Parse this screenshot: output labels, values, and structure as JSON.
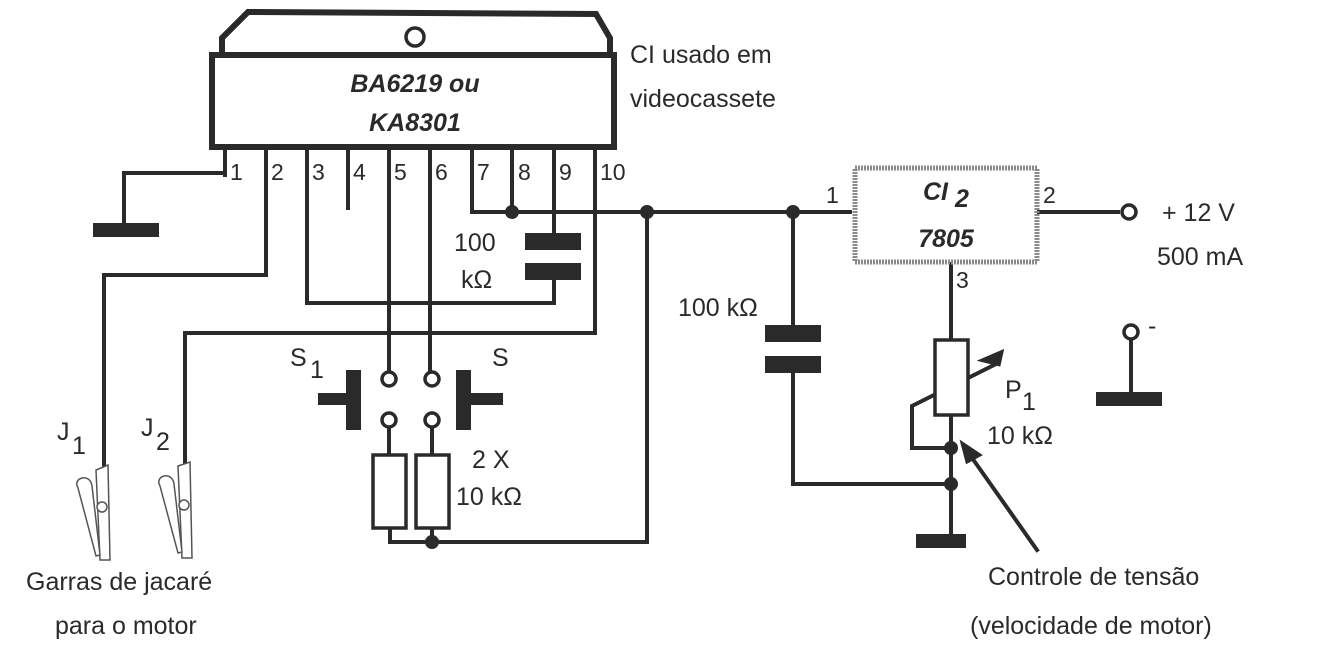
{
  "ic1": {
    "part_line1": "BA6219 ou",
    "part_line2": "KA8301",
    "note_line1": "CI usado em",
    "note_line2": "videocassete",
    "pins": [
      "1",
      "2",
      "3",
      "4",
      "5",
      "6",
      "7",
      "8",
      "9",
      "10"
    ]
  },
  "ic2": {
    "name": "CI",
    "name_sub": "2",
    "part": "7805",
    "pin_in": "1",
    "pin_out": "2",
    "pin_gnd": "3"
  },
  "capacitors": {
    "c_pin9_line1": "100",
    "c_pin9_line2": "kΩ",
    "c_input": "100 kΩ"
  },
  "switches": {
    "s1": "S",
    "s1_sub": "1",
    "s2": "S"
  },
  "resistors": {
    "count": "2 X",
    "value": "10 kΩ"
  },
  "pot": {
    "name": "P",
    "name_sub": "1",
    "value": "10 kΩ"
  },
  "supply": {
    "plus": "+ 12 V",
    "current": "500 mA",
    "minus": "-"
  },
  "clips": {
    "j1": "J",
    "j1_sub": "1",
    "j2": "J",
    "j2_sub": "2",
    "caption_line1": "Garras de jacaré",
    "caption_line2": "para o motor"
  },
  "annotation": {
    "line1": "Controle de tensão",
    "line2": "(velocidade de motor)"
  }
}
